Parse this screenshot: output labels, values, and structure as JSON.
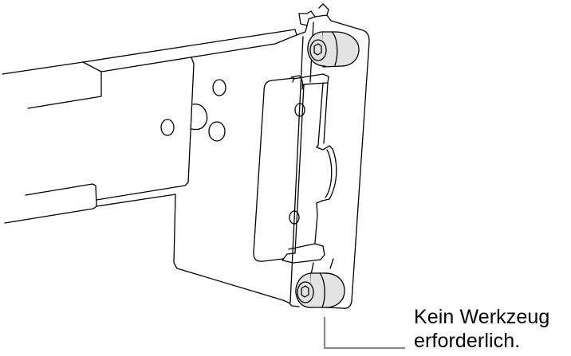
{
  "illustration": {
    "subject": "rack-rail-bracket",
    "line_color": "#000000",
    "leader_color": "#8a8a8a",
    "screw_fill": "#e3e3e3"
  },
  "callout": {
    "line1": "Kein Werkzeug",
    "line2": "erforderlich."
  }
}
